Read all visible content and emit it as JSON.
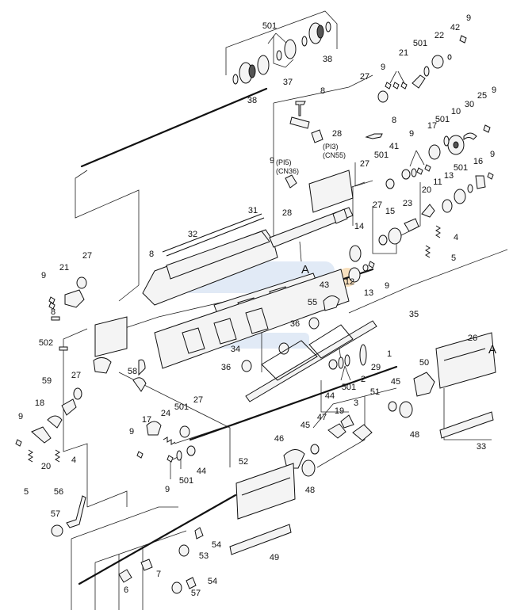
{
  "callouts": {
    "c9a": "9",
    "c501a": "501",
    "c42": "42",
    "c22": "22",
    "c501b": "501",
    "c21a": "21",
    "c9b": "9",
    "c27a": "27",
    "c38a": "38",
    "c38b": "38",
    "c37": "37",
    "c8a": "8",
    "c28a": "28",
    "c8b": "8",
    "c9c": "9",
    "c25": "25",
    "c30": "30",
    "c10": "10",
    "c501c": "501",
    "c17a": "17",
    "c9d": "9",
    "c41": "41",
    "c501d": "501",
    "c27b": "27",
    "c9e": "9",
    "c16": "16",
    "c501e": "501",
    "c13a": "13",
    "c11": "11",
    "c20a": "20",
    "c9f": "9",
    "c28b": "28",
    "c23": "23",
    "c4a": "4",
    "c5a": "5",
    "c27c": "27",
    "c15": "15",
    "c14": "14",
    "c31": "31",
    "c32": "32",
    "c8c": "8",
    "c27d": "27",
    "c21b": "21",
    "c9g": "9",
    "c8d": "8",
    "c12": "12",
    "c13b": "13",
    "c9h": "9",
    "c43": "43",
    "c55": "55",
    "c35": "35",
    "c36a": "36",
    "c502": "502",
    "c34": "34",
    "c1": "1",
    "c29": "29",
    "c36b": "36",
    "c2": "2",
    "c501f": "501",
    "c44a": "44",
    "c26": "26",
    "c50": "50",
    "c45a": "45",
    "c58": "58",
    "c27e": "27",
    "c59": "59",
    "c51": "51",
    "c3": "3",
    "c18": "18",
    "c17b": "17",
    "c24": "24",
    "c501g": "501",
    "c27f": "27",
    "c19": "19",
    "c48a": "48",
    "c9i": "9",
    "c9j": "9",
    "c4b": "4",
    "c20b": "20",
    "c5b": "5",
    "c9k": "9",
    "c501h": "501",
    "c44b": "44",
    "c47": "47",
    "c45b": "45",
    "c46": "46",
    "c48b": "48",
    "c33": "33",
    "c56": "56",
    "c57a": "57",
    "c52": "52",
    "c54a": "54",
    "c53": "53",
    "c49": "49",
    "c7": "7",
    "c6": "6",
    "c54b": "54",
    "c57b": "57"
  },
  "connectors": {
    "pi3": "(PI3)",
    "cn55": "(CN55)",
    "pi5": "(PI5)",
    "cn36": "(CN36)"
  },
  "markers": {
    "a1": "A",
    "a2": "A"
  },
  "colors": {
    "line": "#222222",
    "watermark_blue": "#c8d8ef",
    "watermark_orange": "#f4c98a"
  }
}
